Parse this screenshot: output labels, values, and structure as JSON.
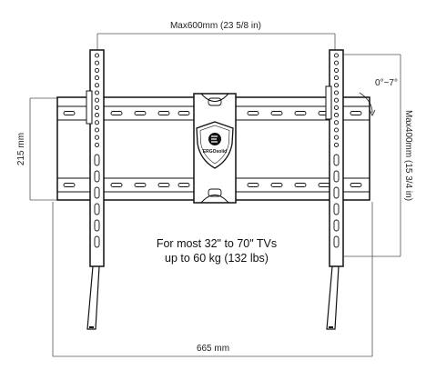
{
  "dimensions": {
    "top_width": "Max600mm (23 5/8 in)",
    "left_height": "215 mm",
    "right_height": "Max400mm (15 3/4 in)",
    "bottom_width": "665 mm",
    "tilt": "0°~7°"
  },
  "caption": {
    "line1": "For most 32\" to 70\" TVs",
    "line2": "up to 60 kg (132 lbs)"
  },
  "logo": {
    "brand": "ERGOsolid"
  },
  "colors": {
    "line": "#111111",
    "dimension_line": "#555555",
    "background": "#ffffff"
  }
}
